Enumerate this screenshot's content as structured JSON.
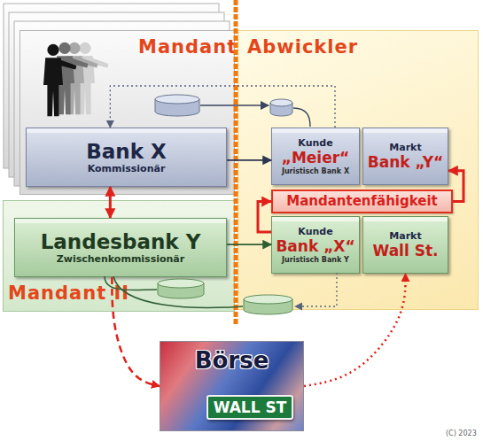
{
  "diagram": {
    "nodes": [
      {
        "text": [
          "Mandant I"
        ]
      },
      {
        "text": [
          "Bank X",
          "Kommissionär"
        ],
        "in": 0
      },
      {
        "text": [
          "Abwickler"
        ]
      },
      {
        "text": [
          "Kunde",
          "„Meier“",
          "Juristisch Bank X"
        ],
        "in": 2
      },
      {
        "text": [
          "Markt",
          "Bank „Y“"
        ],
        "in": 2
      },
      {
        "text": [
          "Mandantenfähigkeit"
        ],
        "in": 2
      },
      {
        "text": [
          "Mandant II"
        ]
      },
      {
        "text": [
          "Landesbank Y",
          "Zwischenkommissionär"
        ],
        "in": 6
      },
      {
        "text": [
          "Kunde",
          "Bank „X“",
          "Juristisch Bank Y"
        ],
        "in": 2
      },
      {
        "text": [
          "Markt",
          "Wall St."
        ],
        "in": 2
      },
      {
        "text": [
          "Börse",
          "WALL ST"
        ]
      }
    ],
    "edges": [
      {
        "from": 1,
        "to": 3,
        "arrow": "to"
      },
      {
        "from": 3,
        "to": 1,
        "arrow": "to"
      },
      {
        "from": 1,
        "to": 7,
        "arrow": "both"
      },
      {
        "from": 7,
        "to": 8,
        "arrow": "to"
      },
      {
        "from": 8,
        "to": 5,
        "arrow": "to"
      },
      {
        "from": 5,
        "to": 4,
        "arrow": "to"
      },
      {
        "from": 7,
        "to": 10,
        "arrow": "to"
      },
      {
        "from": 10,
        "to": 9,
        "arrow": "to"
      }
    ],
    "labels": [
      "(C) 2023"
    ]
  }
}
